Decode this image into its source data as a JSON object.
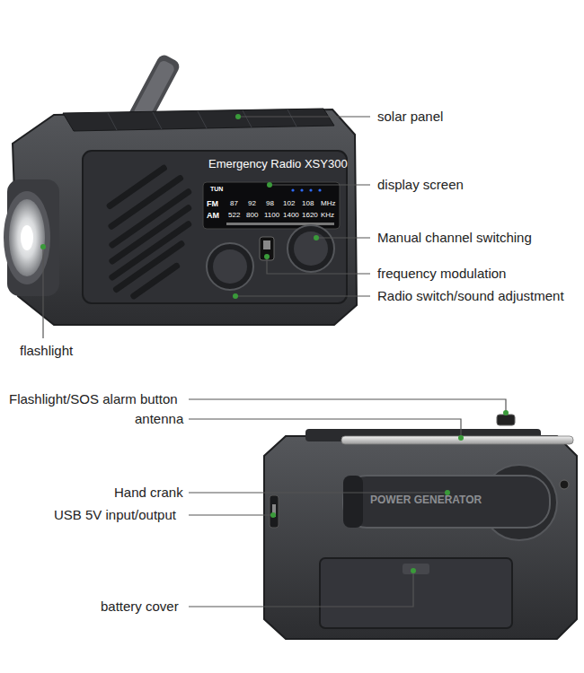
{
  "diagram": {
    "labels": [
      "solar panel",
      "Emergency Radio XSY300",
      "display screen",
      "TUN",
      "FM",
      "AM",
      "87",
      "92",
      "98",
      "102",
      "108",
      "MHz",
      "522",
      "800",
      "1100",
      "1400",
      "1620",
      "KHz",
      "Manual channel switching",
      "frequency modulation",
      "Radio switch/sound adjustment",
      "flashlight",
      "Flashlight/SOS alarm button",
      "antenna",
      "Hand crank",
      "USB 5V input/output",
      "POWER GENERATOR",
      "battery cover"
    ]
  }
}
